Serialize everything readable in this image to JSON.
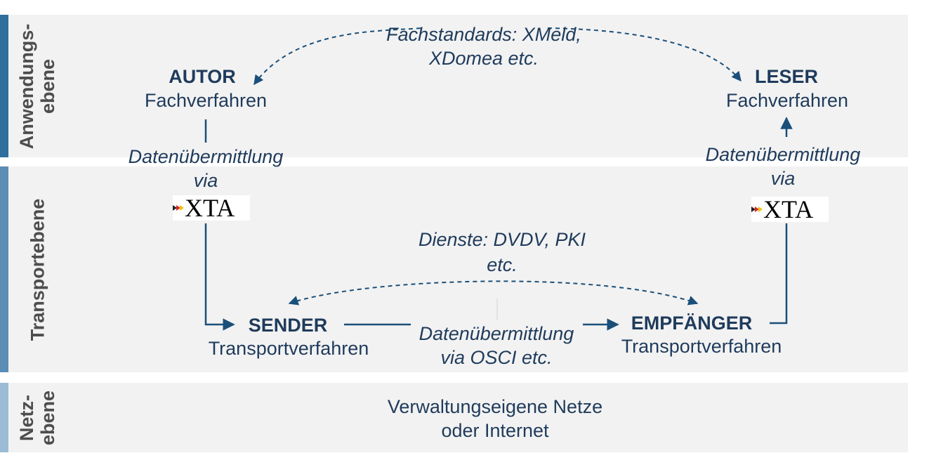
{
  "colors": {
    "band_background": "#f2f2f2",
    "bar_application": "#2e6f9e",
    "bar_transport": "#5b8db5",
    "bar_network": "#9bbcd4",
    "arrow": "#1a4f7a",
    "text": "#1f3b5c"
  },
  "layers": {
    "application": "Anwendungs-\nebene",
    "transport": "Transportebene",
    "network": "Netz-\nebene"
  },
  "nodes": {
    "autor": {
      "title": "AUTOR",
      "subtitle": "Fachverfahren"
    },
    "leser": {
      "title": "LESER",
      "subtitle": "Fachverfahren"
    },
    "sender": {
      "title": "SENDER",
      "subtitle": "Transportverfahren"
    },
    "empfaenger": {
      "title": "EMPFÄNGER",
      "subtitle": "Transportverfahren"
    }
  },
  "annotations": {
    "fachstandards_line1": "Fachstandards: XMeld,",
    "fachstandards_line2": "XDomea etc.",
    "left_transfer_line1": "Datenübermittlung",
    "left_transfer_line2": "via",
    "right_transfer_line1": "Datenübermittlung",
    "right_transfer_line2": "via",
    "dienste_line1": "Dienste: DVDV, PKI",
    "dienste_line2": "etc.",
    "osci_line1": "Datenübermittlung",
    "osci_line2": "via OSCI etc."
  },
  "logos": {
    "left": "XTA",
    "right": "XTA"
  },
  "network": {
    "line1": "Verwaltungseigene Netze",
    "line2": "oder Internet"
  }
}
